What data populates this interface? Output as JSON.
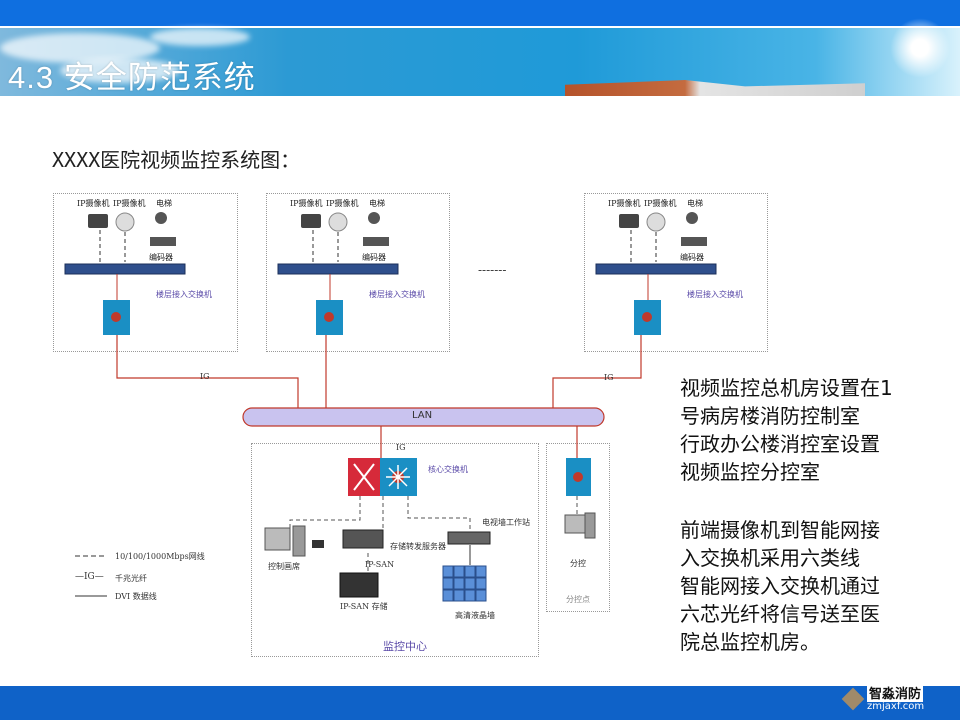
{
  "slide": {
    "title": "4.3 安全防范系统",
    "diagram_title": "XXXX医院视频监控系统图："
  },
  "floor_unit": {
    "camera1": "IP摄像机",
    "camera2": "IP摄像机",
    "elevator": "电梯",
    "encoder": "编码器",
    "access_switch": "楼层接入交换机"
  },
  "network": {
    "lan": "LAN",
    "link1": "IG",
    "link2": "IG",
    "core_link": "IG",
    "gap": "-------"
  },
  "center": {
    "core_switch": "核心交换机",
    "console": "控制画席",
    "storage_server": "存储转发服务器",
    "ipsan_link": "IP-SAN",
    "ipsan_storage": "IP-SAN 存储",
    "tv_wall_station": "电视墙工作站",
    "lcd_wall": "高清液晶墙",
    "name": "监控中心"
  },
  "branch": {
    "pc": "分控",
    "name": "分控点"
  },
  "legend": [
    {
      "symbol": "- - - -",
      "label": "10/100/1000Mbps网线"
    },
    {
      "symbol": "—IG—",
      "label": "千兆光纤"
    },
    {
      "symbol": "———",
      "label": "DVI 数据线"
    }
  ],
  "description": {
    "para1": [
      "视频监控总机房设置在1",
      "号病房楼消防控制室",
      "行政办公楼消控室设置",
      "视频监控分控室"
    ],
    "para2": [
      "前端摄像机到智能网接",
      "入交换机采用六类线",
      "智能网接入交换机通过",
      "六芯光纤将信号送至医",
      "院总监控机房。"
    ]
  },
  "watermark": {
    "name": "智淼消防",
    "url": "zmjaxf.com"
  },
  "colors": {
    "band": "#0f6fe0",
    "footer": "#0f62c8",
    "fiber": "#c0392b",
    "switch": "#1a8fc4"
  }
}
